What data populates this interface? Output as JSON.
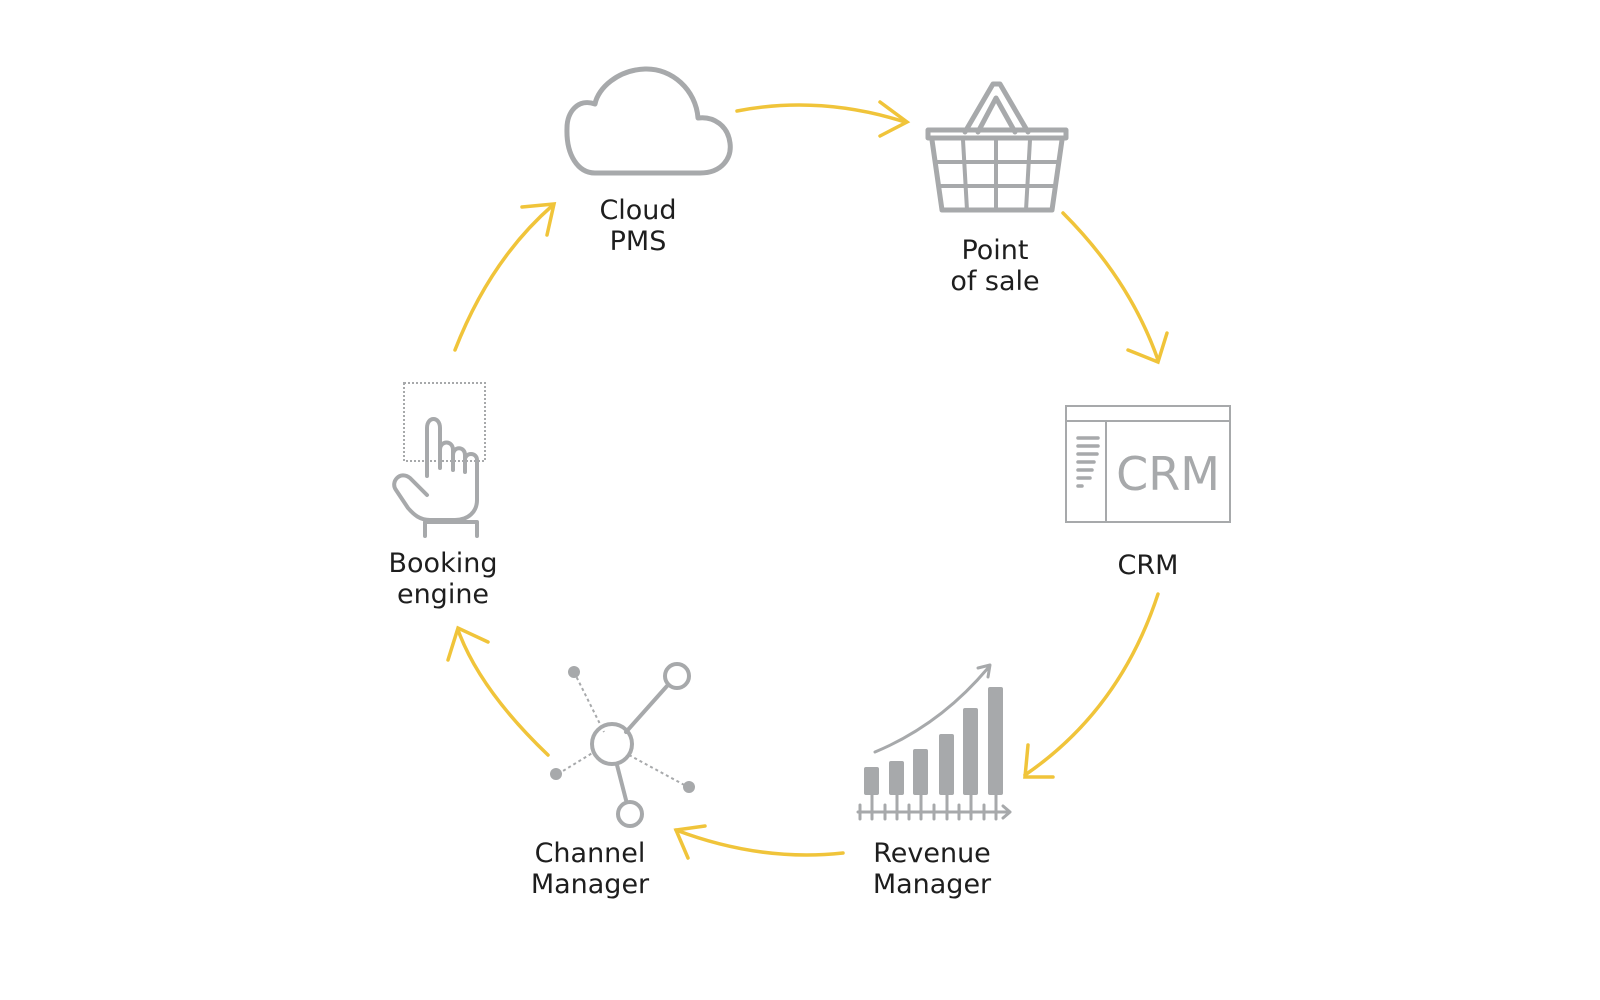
{
  "diagram": {
    "nodes": [
      {
        "id": "cloud-pms",
        "lines": [
          "Cloud",
          "PMS"
        ],
        "icon": "cloud-icon"
      },
      {
        "id": "point-of-sale",
        "lines": [
          "Point",
          "of sale"
        ],
        "icon": "basket-icon"
      },
      {
        "id": "crm",
        "lines": [
          "CRM"
        ],
        "icon": "crm-window-icon",
        "icon_text": "CRM"
      },
      {
        "id": "revenue-manager",
        "lines": [
          "Revenue",
          "Manager"
        ],
        "icon": "bar-chart-growth-icon"
      },
      {
        "id": "channel-manager",
        "lines": [
          "Channel",
          "Manager"
        ],
        "icon": "network-hub-icon"
      },
      {
        "id": "booking-engine",
        "lines": [
          "Booking",
          "engine"
        ],
        "icon": "hand-pointer-icon"
      }
    ],
    "edges": [
      [
        "cloud-pms",
        "point-of-sale"
      ],
      [
        "point-of-sale",
        "crm"
      ],
      [
        "crm",
        "revenue-manager"
      ],
      [
        "revenue-manager",
        "channel-manager"
      ],
      [
        "channel-manager",
        "booking-engine"
      ],
      [
        "booking-engine",
        "cloud-pms"
      ]
    ],
    "colors": {
      "arrow": "#f0c43a",
      "icon": "#a7a9ab",
      "text": "#1e1e1e"
    }
  }
}
